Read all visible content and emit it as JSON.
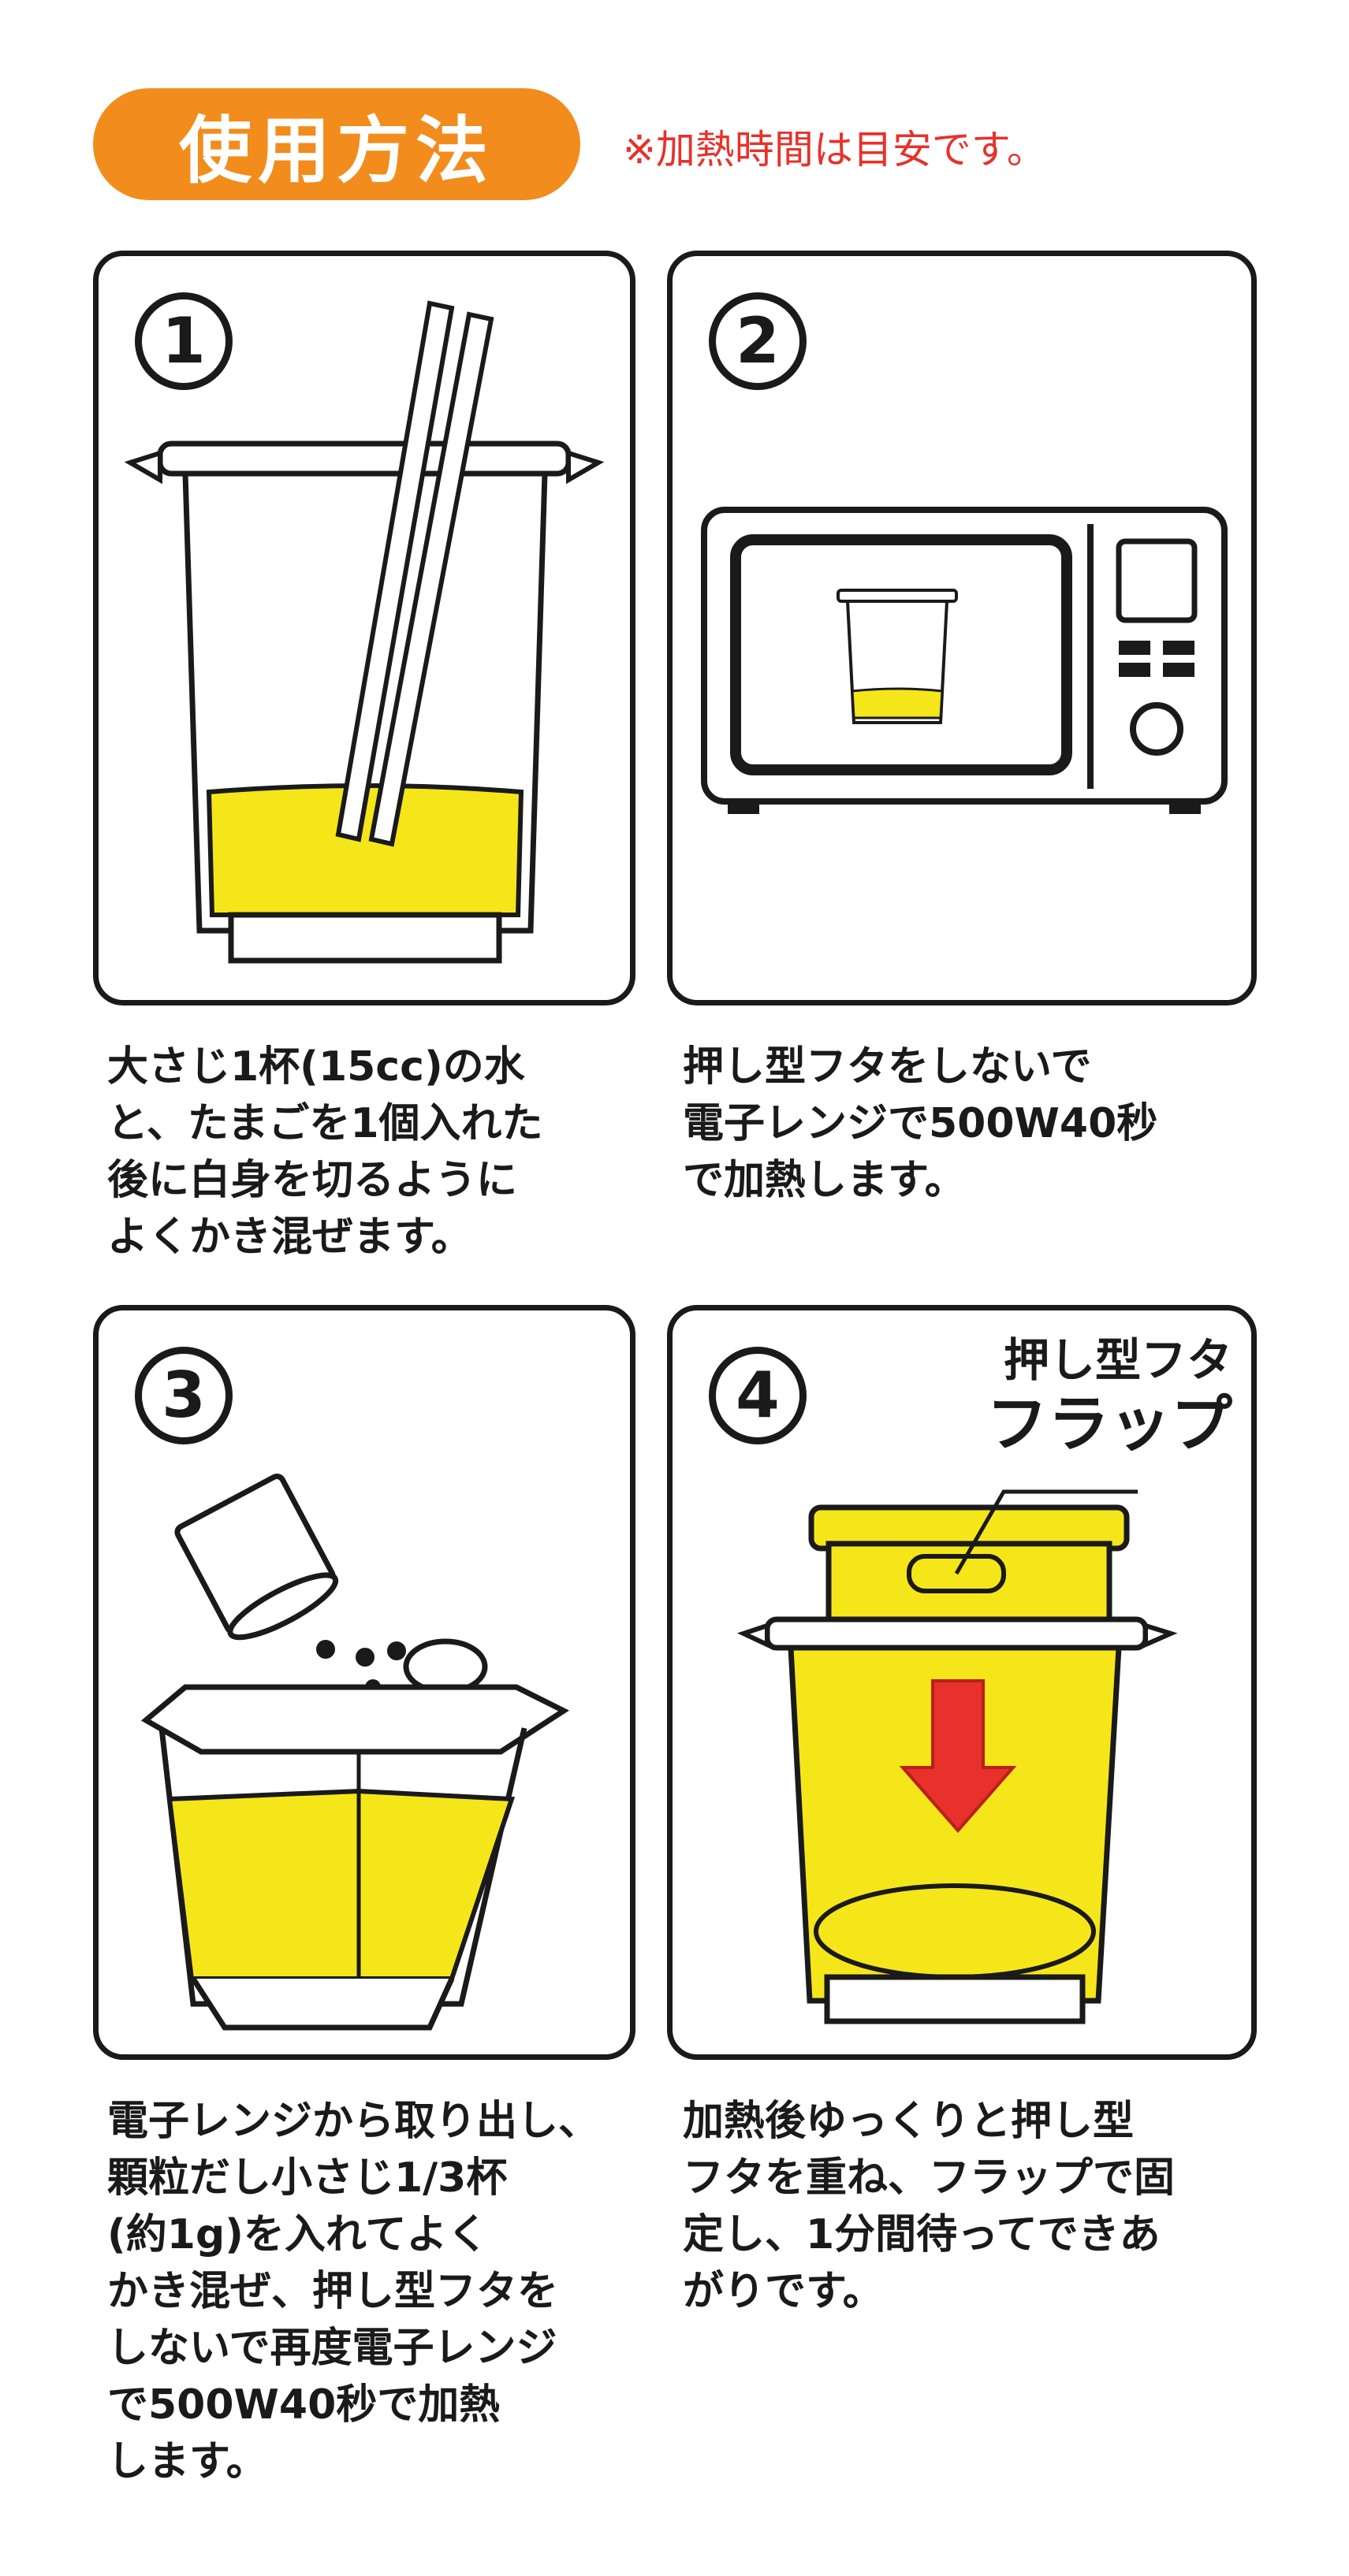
{
  "header": {
    "title": "使用方法",
    "note": "※加熱時間は目安です。"
  },
  "colors": {
    "accent": "#f28c1c",
    "note_red": "#e8312a",
    "egg_yellow": "#f5e61a",
    "arrow_red": "#e8312a"
  },
  "steps": [
    {
      "number": "1",
      "text": "大さじ1杯(15cc)の水\nと、たまごを1個入れた\n後に白身を切るように\nよくかき混ぜます。"
    },
    {
      "number": "2",
      "text": "押し型フタをしないで\n電子レンジで500W40秒\nで加熱します。"
    },
    {
      "number": "3",
      "text": "電子レンジから取り出し、\n顆粒だし小さじ1/3杯\n(約1g)を入れてよく\nかき混ぜ、押し型フタを\nしないで再度電子レンジ\nで500W40秒で加熱\nします。"
    },
    {
      "number": "4",
      "callout_line1": "押し型フタ",
      "callout_line2": "フラップ",
      "text": "加熱後ゆっくりと押し型\nフタを重ね、フラップで固\n定し、1分間待ってできあ\nがりです。"
    }
  ]
}
